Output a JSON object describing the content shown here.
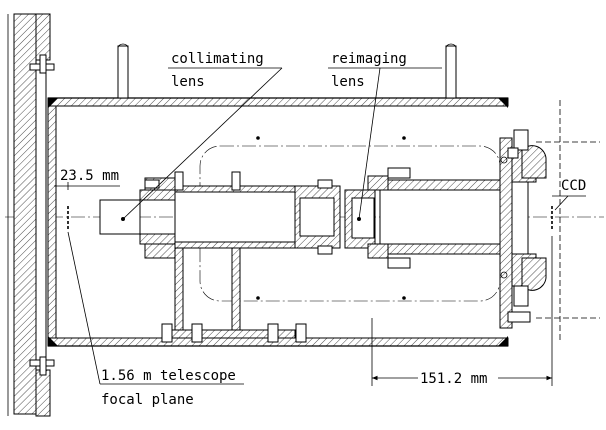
{
  "labels": {
    "collimating_line1": "collimating",
    "collimating_line2": "lens",
    "reimaging_line1": "reimaging",
    "reimaging_line2": "lens",
    "ccd": "CCD",
    "dim_left": "23.5 mm",
    "dim_right": "151.2 mm",
    "focal_line1": "1.56 m telescope",
    "focal_line2": "focal plane"
  }
}
